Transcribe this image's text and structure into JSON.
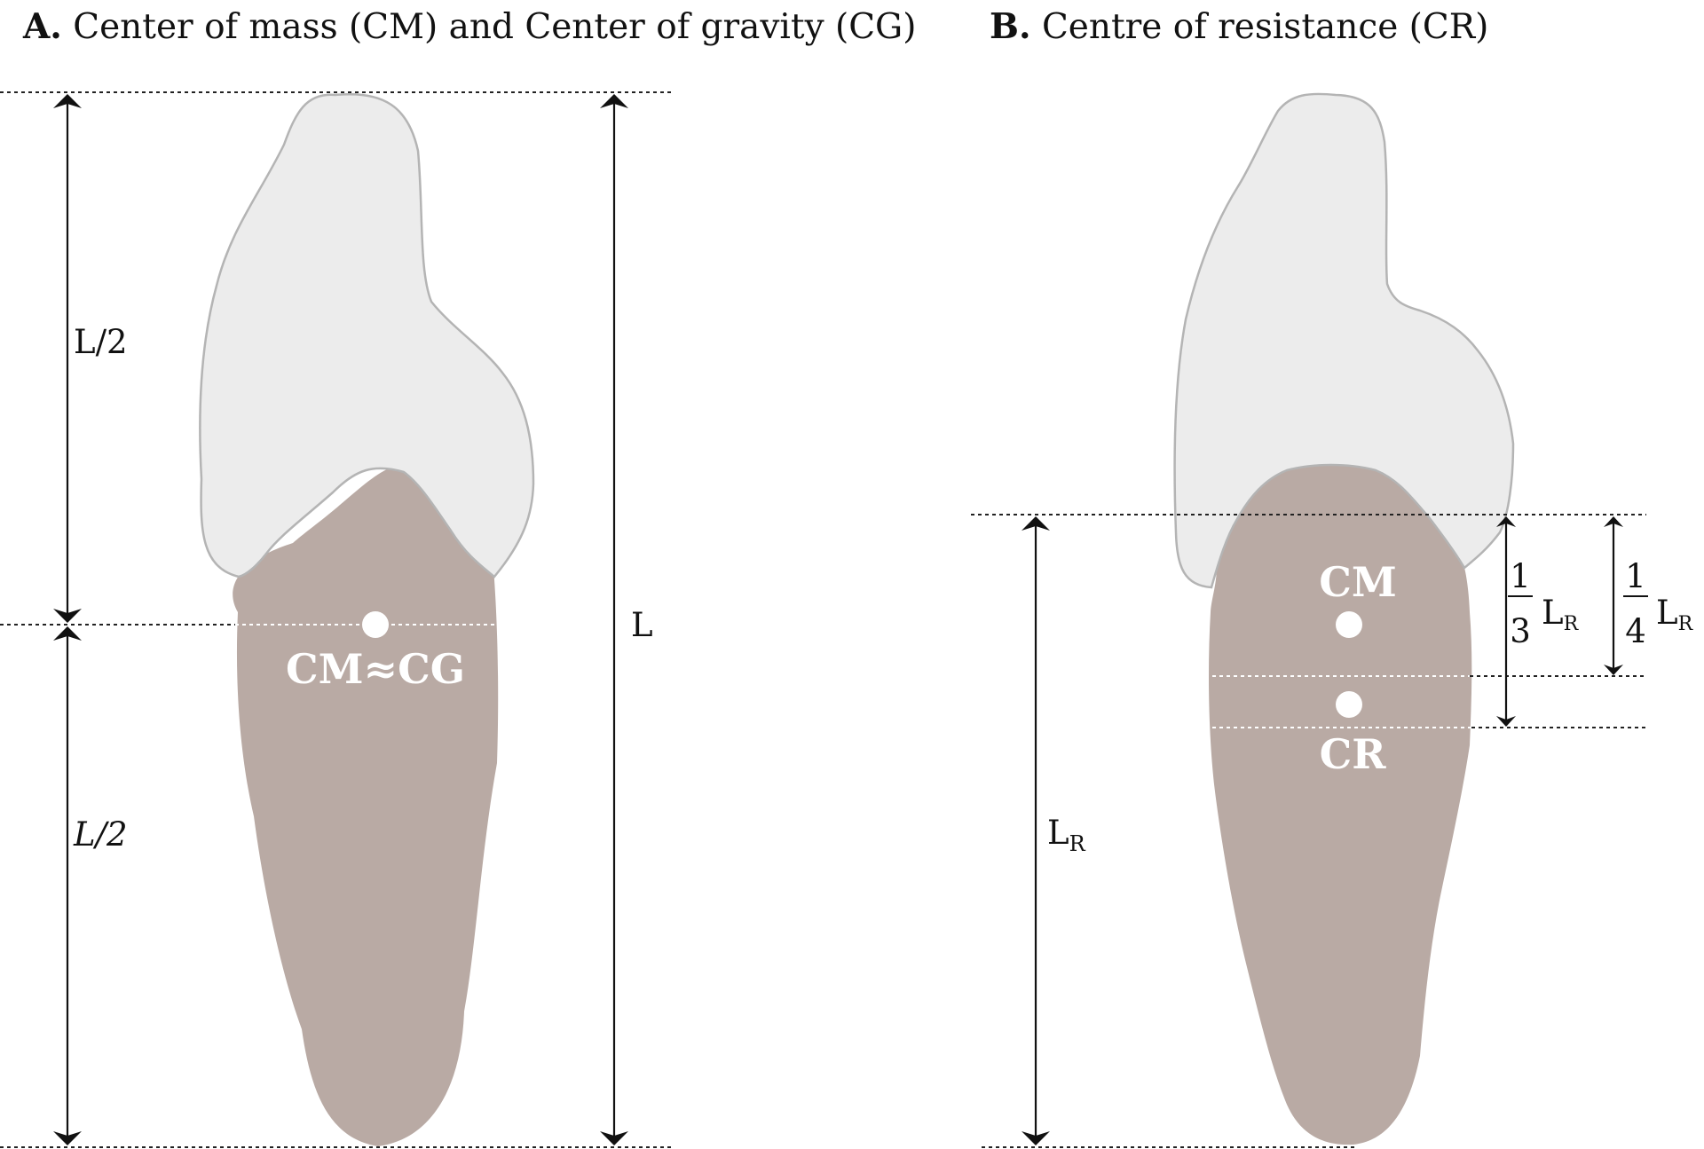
{
  "panel_a": {
    "letter": "A.",
    "title": "Center of mass (CM) and Center of gravity (CG)",
    "label_upper_half": "L/2",
    "label_lower_half": "L/2",
    "label_total": "L",
    "point_label": "CM≈CG"
  },
  "panel_b": {
    "letter": "B.",
    "title": "Centre of resistance (CR)",
    "label_root": "L",
    "label_root_sub": "R",
    "cm_label": "CM",
    "cr_label": "CR",
    "frac_third_num": "1",
    "frac_third_den": "3",
    "frac_quarter_num": "1",
    "frac_quarter_den": "4",
    "frac_suffix": "L",
    "frac_suffix_sub": "R"
  },
  "colors": {
    "crown_fill": "#ececec",
    "crown_stroke": "#b4b4b4",
    "root_fill": "#b9aaa4",
    "ink": "#111111",
    "point": "#ffffff"
  }
}
